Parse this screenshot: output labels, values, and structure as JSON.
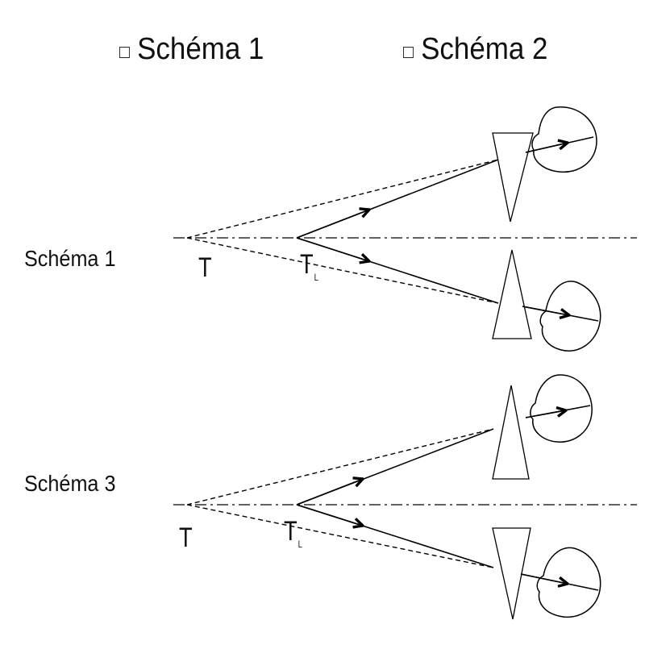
{
  "header": {
    "option_1": "Schéma 1",
    "option_2": "Schéma 2"
  },
  "diagrams": [
    {
      "label": "Schéma 1",
      "object_point": "T",
      "image_point": "T",
      "image_subscript": "L"
    },
    {
      "label": "Schéma 3",
      "object_point": "T",
      "image_point": "T",
      "image_subscript": "L"
    }
  ]
}
